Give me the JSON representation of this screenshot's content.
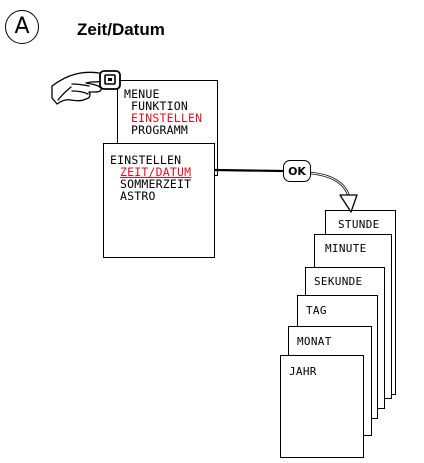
{
  "header": {
    "section_letter": "A",
    "title": "Zeit/Datum"
  },
  "main_menu": {
    "items": [
      {
        "label": "MENUE",
        "highlight": false
      },
      {
        "label": "FUNKTION",
        "highlight": false
      },
      {
        "label": "EINSTELLEN",
        "highlight": true
      },
      {
        "label": "PROGRAMM",
        "highlight": false
      }
    ]
  },
  "settings_menu": {
    "title": "EINSTELLEN",
    "items": [
      {
        "label": "ZEIT/DATUM",
        "highlight": true
      },
      {
        "label": "SOMMERZEIT",
        "highlight": false
      },
      {
        "label": "ASTRO",
        "highlight": false
      }
    ]
  },
  "ok_button": {
    "label": "OK"
  },
  "stack_screens": [
    "STUNDE",
    "MINUTE",
    "SEKUNDE",
    "TAG",
    "MONAT",
    "JAHR"
  ],
  "colors": {
    "highlight": "#e3101f",
    "ink": "#000000"
  },
  "icons": {
    "menu_key": "menu-key-icon",
    "hand": "pointing-hand-icon"
  }
}
